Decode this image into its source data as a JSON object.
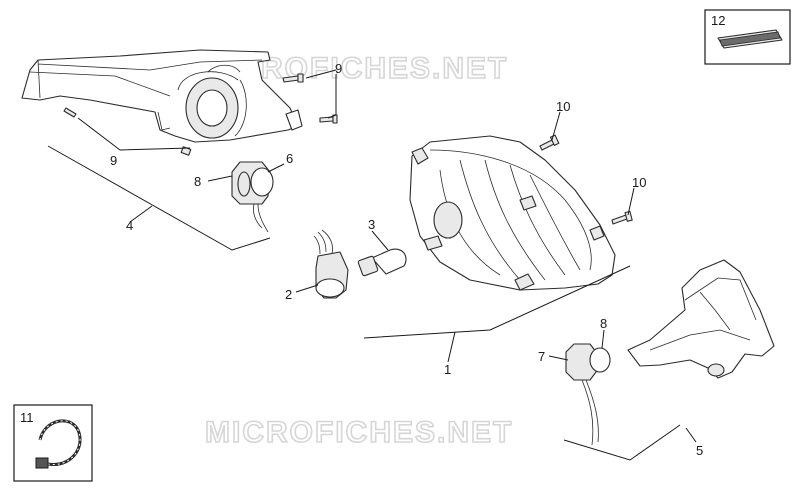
{
  "watermark": {
    "top": "MICROFICHES.NET",
    "bottom": "MICROFICHES.NET"
  },
  "callouts": {
    "c1": "1",
    "c2": "2",
    "c3": "3",
    "c4": "4",
    "c5": "5",
    "c6": "6",
    "c7": "7",
    "c8a": "8",
    "c8b": "8",
    "c9a": "9",
    "c9b": "9",
    "c10a": "10",
    "c10b": "10",
    "c11": "11",
    "c12": "12"
  }
}
